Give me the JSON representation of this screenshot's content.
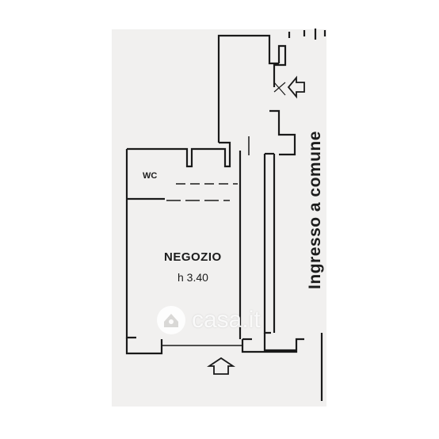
{
  "plan": {
    "rooms": [
      {
        "id": "wc",
        "name": "WC"
      },
      {
        "id": "negozio",
        "name": "NEGOZIO",
        "height": "h 3.40"
      }
    ],
    "entrance_text": "Ingresso a comune"
  },
  "watermark": {
    "text": "casa.it",
    "icon": "house-pin-icon"
  },
  "colors": {
    "paper": "#f2f1f0",
    "wall": "#1a1a1a",
    "background": "#ffffff"
  }
}
